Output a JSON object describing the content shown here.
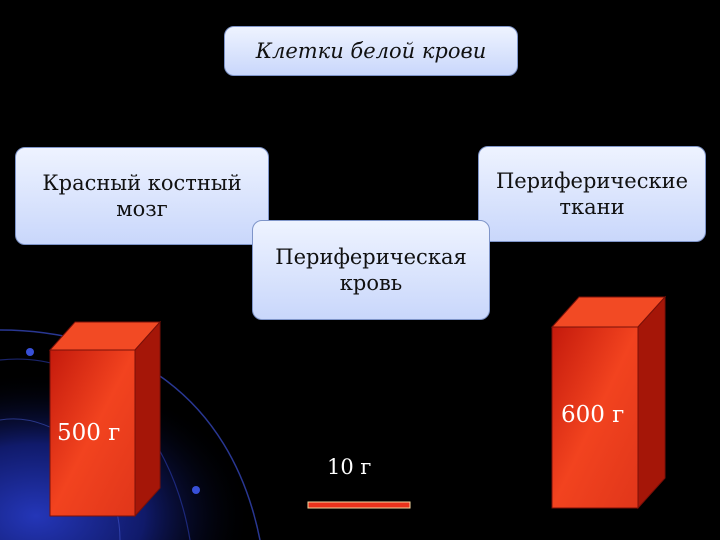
{
  "title": "Клетки белой крови",
  "nodes": {
    "marrow": [
      "Красный костный",
      "мозг"
    ],
    "tissues": [
      "Периферические",
      "ткани"
    ],
    "blood": [
      "Периферическая",
      "кровь"
    ]
  },
  "masses": {
    "marrow": "500 г",
    "tissues": "600 г",
    "blood": "10 г"
  },
  "colors": {
    "background": "#000000",
    "box_fill": "#dce6fd",
    "block_red": "#e8321c",
    "swirl": "#1b2a8c"
  }
}
